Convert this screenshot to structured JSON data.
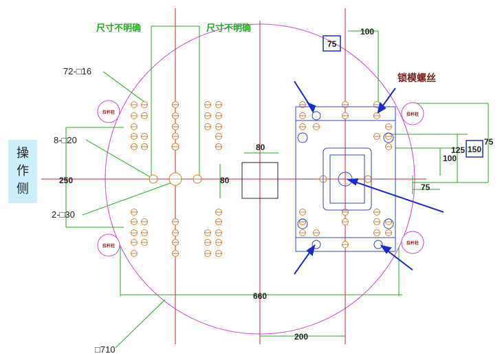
{
  "labels": {
    "uncertain_left": "尺寸不明确",
    "uncertain_right": "尺寸不明确",
    "holes_72": "72-□16",
    "holes_8": "8-□20",
    "dim_250": "250",
    "holes_2": "2-□30",
    "square_710": "□710",
    "dim_660": "660",
    "dim_200": "200",
    "dim_100_top": "100",
    "box_75": "75",
    "lock_screw": "锁模螺丝",
    "dim_80_top": "80",
    "dim_80_side": "80",
    "dim_150": "150",
    "dim_75_right": "75",
    "dim_125": "125",
    "dim_100_side": "100",
    "dim_75_bottom": "75",
    "pillar": "拉杆柱"
  },
  "side_label": [
    "操",
    "作",
    "侧"
  ],
  "colors": {
    "red_center": "#cc2233",
    "magenta_circle": "#cc44cc",
    "green_dim": "#22aa22",
    "blue_mold": "#3344aa",
    "orange_hole": "#e08020",
    "arrow_blue": "#1a2acc",
    "side_bg": "#cfeefc"
  }
}
